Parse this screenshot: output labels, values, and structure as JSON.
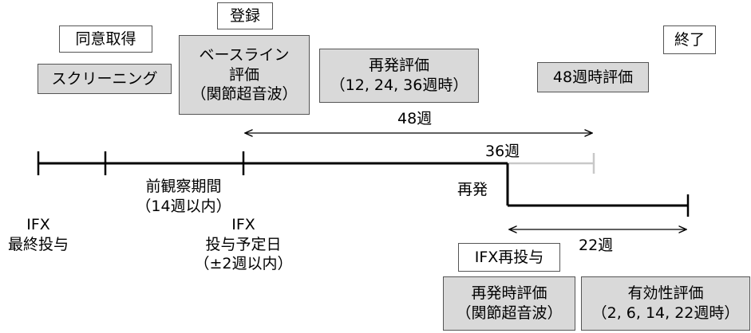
{
  "boxes": {
    "consent": "同意取得",
    "screening": "スクリーニング",
    "registration": "登録",
    "baseline_1": "ベースライン",
    "baseline_2": "評価",
    "baseline_3": "（関節超音波）",
    "relapse_eval_1": "再発評価",
    "relapse_eval_2": "（12, 24, 36週時）",
    "week48_eval": "48週時評価",
    "end": "終了",
    "ifx_readmin": "IFX再投与",
    "relapse_time_eval_1": "再発時評価",
    "relapse_time_eval_2": "（関節超音波）",
    "efficacy_eval_1": "有効性評価",
    "efficacy_eval_2": "（2, 6, 14, 22週時）"
  },
  "labels": {
    "weeks_48": "48週",
    "weeks_36": "36週",
    "relapse": "再発",
    "weeks_22": "22週",
    "pre_obs_1": "前観察期間",
    "pre_obs_2": "（14週以内）",
    "ifx_last_1": "IFX",
    "ifx_last_2": "最終投与",
    "ifx_planned_1": "IFX",
    "ifx_planned_2": "投与予定日",
    "ifx_planned_3": "（±2週以内）"
  },
  "colors": {
    "box_gray": "#d9d9d9",
    "line": "#000000",
    "line_light": "#c8c8c8"
  }
}
